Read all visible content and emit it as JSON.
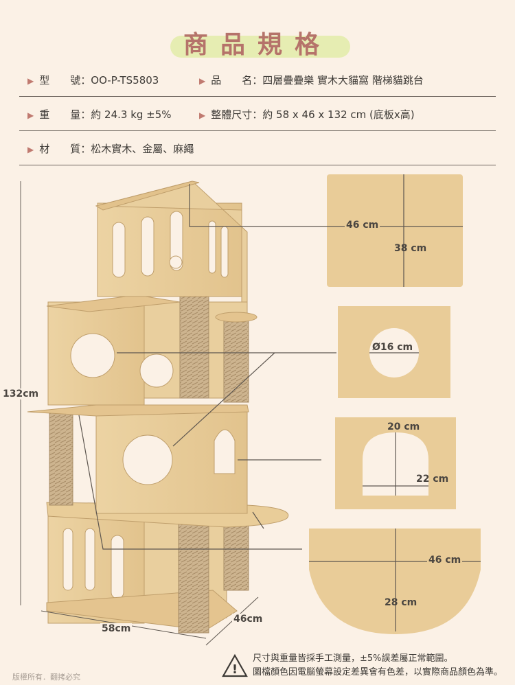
{
  "title": "商品規格",
  "specs": [
    [
      {
        "label": "型　　號",
        "value": "OO-P-TS5803"
      },
      {
        "label": "品　　名",
        "value": "四層疊疊樂 實木大貓窩 階梯貓跳台"
      }
    ],
    [
      {
        "label": "重　　量",
        "value": "約 24.3 kg ±5%"
      },
      {
        "label": "整體尺寸",
        "value": "約 58 x 46 x 132 cm (底板x高)"
      }
    ],
    [
      {
        "label": "材　　質",
        "value": "松木實木、金屬、麻繩"
      }
    ]
  ],
  "dimensions": {
    "height": "132cm",
    "base_width": "58cm",
    "base_depth": "46cm",
    "top_board_w": "46 cm",
    "top_board_h": "38 cm",
    "hole_diameter": "Ø16 cm",
    "arch_w": "20 cm",
    "arch_h": "22 cm",
    "step_w": "46 cm",
    "step_h": "28 cm"
  },
  "footer": {
    "note1": "尺寸與重量皆採手工測量，±5%誤差屬正常範圍。",
    "note2": "圖檔顏色因電腦螢幕設定差異會有色差，以實際商品顏色為準。",
    "copyright": "版權所有．翻拷必究"
  },
  "colors": {
    "accent": "#c07a70",
    "title": "#b5736a",
    "wood": "#e8cc98",
    "rope": "#c9b08c",
    "highlight": "#e6edb2"
  }
}
